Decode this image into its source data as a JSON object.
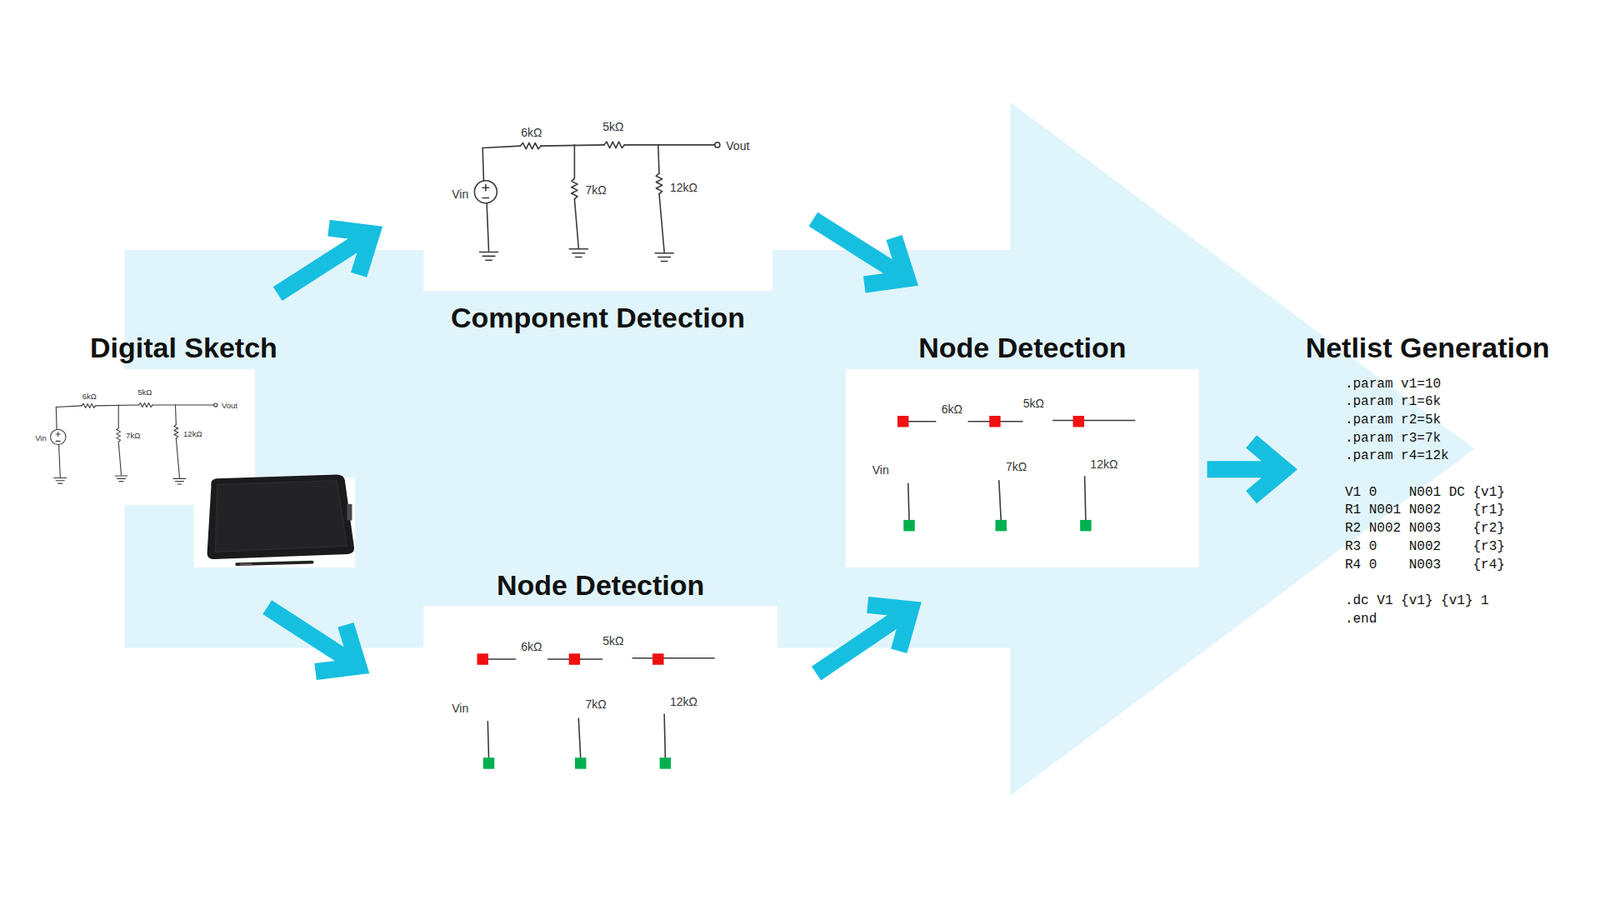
{
  "diagram": {
    "nodes": [
      {
        "text": [
          "Digital Sketch"
        ]
      },
      {
        "text": [
          "Component Detection"
        ]
      },
      {
        "text": [
          "Node Detection"
        ]
      },
      {
        "text": [
          "Node Detection"
        ]
      },
      {
        "text": [
          "Netlist Generation",
          ".param v1=10",
          ".param r1=6k",
          ".param r2=5k",
          ".param r3=7k",
          ".param r4=12k",
          "V1 0    N001 DC {v1}",
          "R1 N001 N002    {r1}",
          "R2 N002 N003    {r2}",
          "R3 0    N002    {r3}",
          "R4 0    N003    {r4}",
          ".dc V1 {v1} {v1} 1",
          ".end"
        ]
      }
    ],
    "edges": [
      {
        "from": 0,
        "to": 1,
        "arrow": "to"
      },
      {
        "from": 0,
        "to": 2,
        "arrow": "to"
      },
      {
        "from": 1,
        "to": 3,
        "arrow": "to"
      },
      {
        "from": 2,
        "to": 3,
        "arrow": "to"
      },
      {
        "from": 3,
        "to": 4,
        "arrow": "to"
      }
    ],
    "labels": [
      "6kΩ",
      "5kΩ",
      "Vout",
      "Vin",
      "7kΩ",
      "12kΩ",
      "6kΩ",
      "5kΩ",
      "Vout",
      "Vin",
      "7kΩ",
      "12kΩ",
      "6kΩ",
      "5kΩ",
      "Vin",
      "7kΩ",
      "12kΩ",
      "6kΩ",
      "5kΩ",
      "Vin",
      "7kΩ",
      "12kΩ"
    ]
  }
}
